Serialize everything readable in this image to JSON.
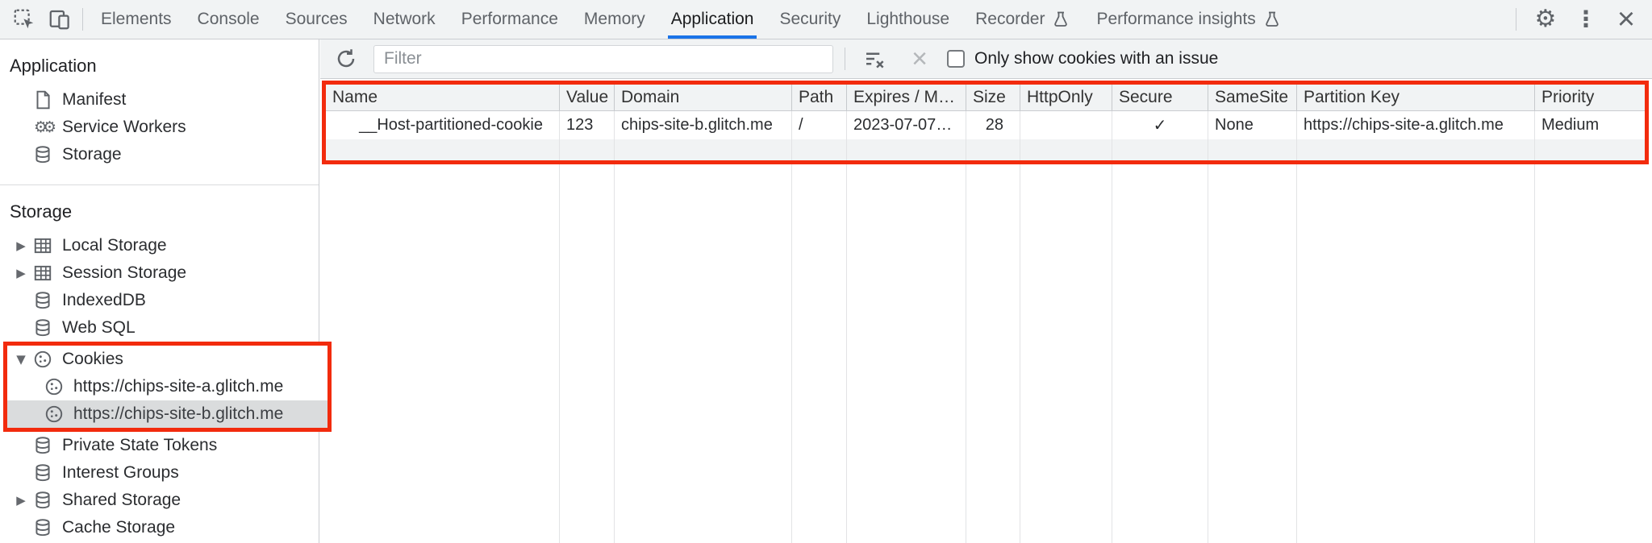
{
  "tabbar": {
    "tabs": [
      {
        "label": "Elements"
      },
      {
        "label": "Console"
      },
      {
        "label": "Sources"
      },
      {
        "label": "Network"
      },
      {
        "label": "Performance"
      },
      {
        "label": "Memory"
      },
      {
        "label": "Application",
        "active": true
      },
      {
        "label": "Security"
      },
      {
        "label": "Lighthouse"
      },
      {
        "label": "Recorder",
        "experimental": true
      },
      {
        "label": "Performance insights",
        "experimental": true
      }
    ]
  },
  "sidebar": {
    "app_section_title": "Application",
    "app_items": [
      {
        "label": "Manifest",
        "icon": "file-icon"
      },
      {
        "label": "Service Workers",
        "icon": "gears-icon"
      },
      {
        "label": "Storage",
        "icon": "database-icon"
      }
    ],
    "storage_section_title": "Storage",
    "storage_items": [
      {
        "label": "Local Storage",
        "icon": "grid-icon",
        "state": "collapsed"
      },
      {
        "label": "Session Storage",
        "icon": "grid-icon",
        "state": "collapsed"
      },
      {
        "label": "IndexedDB",
        "icon": "database-icon"
      },
      {
        "label": "Web SQL",
        "icon": "database-icon"
      },
      {
        "label": "Cookies",
        "icon": "cookie-icon",
        "state": "expanded"
      },
      {
        "label": "https://chips-site-a.glitch.me",
        "icon": "cookie-icon",
        "child": true
      },
      {
        "label": "https://chips-site-b.glitch.me",
        "icon": "cookie-icon",
        "child": true,
        "selected": true
      },
      {
        "label": "Private State Tokens",
        "icon": "database-icon"
      },
      {
        "label": "Interest Groups",
        "icon": "database-icon"
      },
      {
        "label": "Shared Storage",
        "icon": "database-icon",
        "state": "collapsed"
      },
      {
        "label": "Cache Storage",
        "icon": "database-icon"
      }
    ]
  },
  "cookies_toolbar": {
    "filter_placeholder": "Filter",
    "issue_checkbox_label": "Only show cookies with an issue",
    "issue_checkbox_checked": false
  },
  "cookie_table": {
    "columns": [
      "Name",
      "Value",
      "Domain",
      "Path",
      "Expires / M…",
      "Size",
      "HttpOnly",
      "Secure",
      "SameSite",
      "Partition Key",
      "Priority"
    ],
    "row": {
      "name": "__Host-partitioned-cookie",
      "value": "123",
      "domain": "chips-site-b.glitch.me",
      "path": "/",
      "expires": "2023-07-07…",
      "size": "28",
      "http_only": "",
      "secure": "✓",
      "same_site": "None",
      "partition_key": "https://chips-site-a.glitch.me",
      "priority": "Medium"
    }
  },
  "colors": {
    "accent_blue": "#1a73e8",
    "annotation_red": "#f22b0d",
    "toolbar_bg": "#f1f3f4",
    "selected_row_bg": "#dadcdd",
    "icon_grey": "#5f6368"
  }
}
